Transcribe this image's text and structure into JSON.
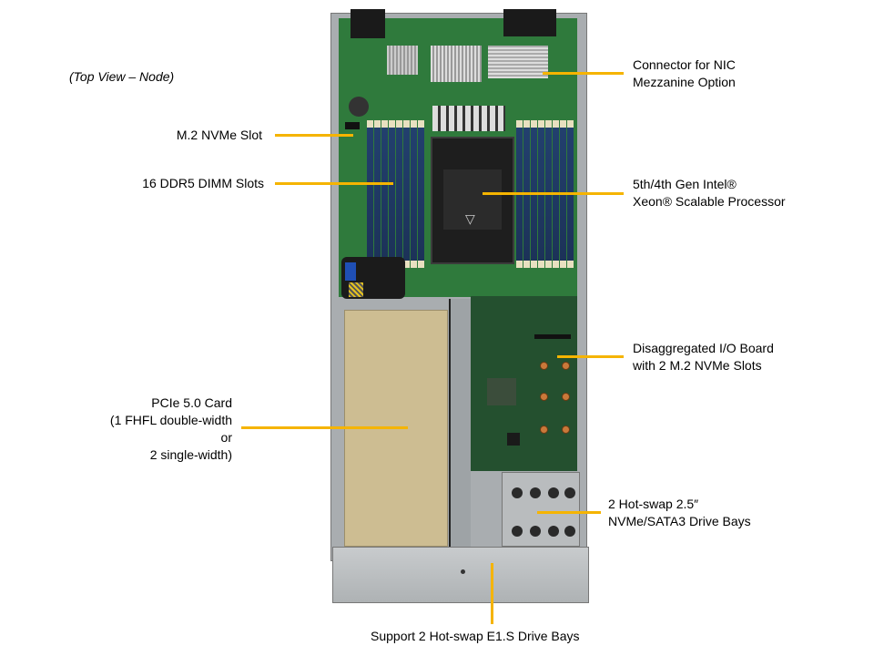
{
  "view_caption": "(Top View – Node)",
  "callouts": {
    "m2_slot": "M.2 NVMe Slot",
    "dimm": "16 DDR5 DIMM Slots",
    "pcie": [
      "PCIe 5.0 Card",
      "(1 FHFL double-width",
      "or",
      "2 single-width)"
    ],
    "nic": [
      "Connector for NIC",
      "Mezzanine Option"
    ],
    "cpu": [
      "5th/4th Gen Intel®",
      "Xeon® Scalable Processor"
    ],
    "io_board": [
      "Disaggregated I/O Board",
      "with 2 M.2 NVMe Slots"
    ],
    "drive_bays": [
      "2 Hot-swap 2.5″",
      "NVMe/SATA3 Drive Bays"
    ],
    "e1s": "Support 2 Hot-swap E1.S Drive Bays"
  },
  "colors": {
    "callout_line": "#f5b400",
    "pcb": "#2f7a3c",
    "chassis": "#b8bcbf"
  }
}
